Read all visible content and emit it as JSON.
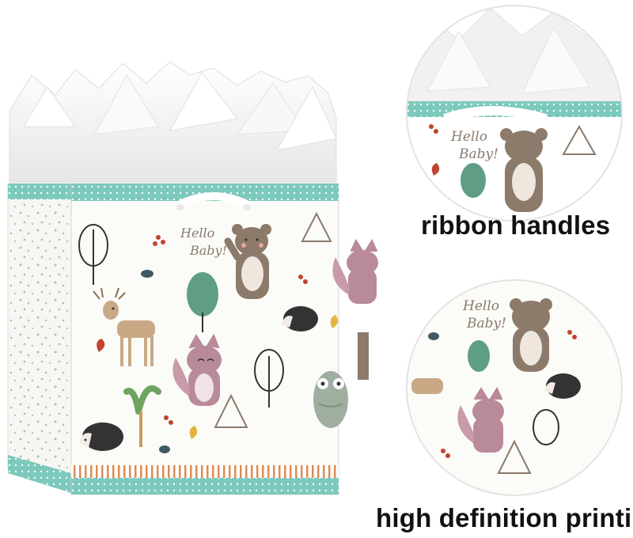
{
  "captions": {
    "ribbon": "ribbon handles",
    "printing": "high definition printing"
  },
  "bag_print": {
    "greeting_line1": "Hello",
    "greeting_line2": "Baby!"
  },
  "colors": {
    "band_teal": "#7cc9bd",
    "tissue": "#f3f3f3",
    "bear": "#8c7a6b",
    "fox_pink": "#b98a99",
    "tree_green": "#5f9e84",
    "stripe_orange": "#e08a4f"
  },
  "icons": [
    "bear",
    "deer",
    "fox",
    "owl",
    "hedgehog",
    "tree",
    "pine-tree",
    "berries",
    "leaf",
    "ribbon-handle",
    "tissue-paper"
  ]
}
